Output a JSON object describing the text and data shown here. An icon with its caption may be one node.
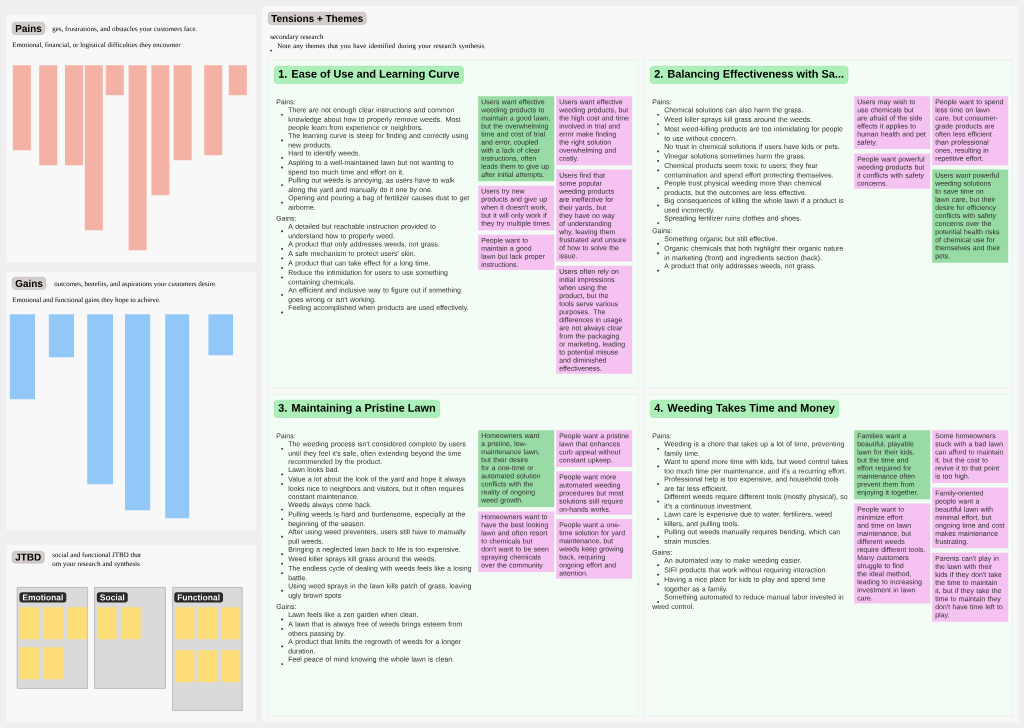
{
  "diagram": {
    "nodes": [
      {
        "text": [
          "Pains",
          "ges, frustrations, and obstacles your customers face.",
          "Emotional, financial, or logistical difficulties they encounter"
        ]
      },
      {
        "text": [],
        "shape": "box",
        "in": 0
      },
      {
        "text": [],
        "shape": "box",
        "in": 0
      },
      {
        "text": [],
        "shape": "box",
        "in": 0
      },
      {
        "text": [],
        "shape": "box",
        "in": 0
      },
      {
        "text": [],
        "shape": "box",
        "in": 0
      },
      {
        "text": [],
        "shape": "box",
        "in": 0
      },
      {
        "text": [],
        "shape": "box",
        "in": 0
      },
      {
        "text": [],
        "shape": "box",
        "in": 0
      },
      {
        "text": [],
        "shape": "box",
        "in": 0
      },
      {
        "text": [],
        "shape": "box",
        "in": 0
      },
      {
        "text": [
          "Gains",
          "outcomes, benefits, and aspirations your customers desire.",
          "Emotional and functional gains they hope to achieve."
        ]
      },
      {
        "text": [],
        "shape": "box",
        "in": 11
      },
      {
        "text": [],
        "shape": "box",
        "in": 11
      },
      {
        "text": [],
        "shape": "box",
        "in": 11
      },
      {
        "text": [],
        "shape": "box",
        "in": 11
      },
      {
        "text": [],
        "shape": "box",
        "in": 11
      },
      {
        "text": [],
        "shape": "box",
        "in": 11
      },
      {
        "text": [
          "JTBD",
          "social and functional JTBD that",
          "om your research and synthesis"
        ]
      },
      {
        "text": [
          "Emotional"
        ],
        "in": 18
      },
      {
        "text": [],
        "shape": "box",
        "in": 19
      },
      {
        "text": [],
        "shape": "box",
        "in": 19
      },
      {
        "text": [],
        "shape": "box",
        "in": 19
      },
      {
        "text": [],
        "shape": "box",
        "in": 19
      },
      {
        "text": [],
        "shape": "box",
        "in": 19
      },
      {
        "text": [
          "Social"
        ],
        "in": 18
      },
      {
        "text": [],
        "shape": "box",
        "in": 25
      },
      {
        "text": [],
        "shape": "box",
        "in": 25
      },
      {
        "text": [
          "Functional"
        ],
        "in": 18
      },
      {
        "text": [],
        "shape": "box",
        "in": 28
      },
      {
        "text": [],
        "shape": "box",
        "in": 28
      },
      {
        "text": [],
        "shape": "box",
        "in": 28
      },
      {
        "text": [],
        "shape": "box",
        "in": 28
      },
      {
        "text": [],
        "shape": "box",
        "in": 28
      },
      {
        "text": [],
        "shape": "box",
        "in": 28
      },
      {
        "text": [
          "Tensions + Themes",
          "secondary research",
          "Note any themes that you have identified during your research synthesis"
        ]
      },
      {
        "text": [
          "1. Ease of Use and Learning Curve",
          "Pains:",
          "There are not enough clear instructions and common knowledge about how to properly remove weeds. Most people learn from experience or neighbors.",
          "The learning curve is steep for finding and correctly using new products.",
          "Hard to identify weeds.",
          "Aspiring to a well-maintained lawn but not wanting to spend too much time and effort on it.",
          "Pulling out weeds is annoying, as users have to walk along the yard and manually do it one by one.",
          "Opening and pouring a bag of fertilizer causes dust to get airborne.",
          "Gains:",
          "A detailed but reachable instruction provided to understand how to properly weed.",
          "A product that only addresses weeds, not grass.",
          "A safe mechanism to protect users' skin.",
          "A product that can take effect for a long time.",
          "Reduce the intimidation for users to use something containing chemicals.",
          "An efficient and inclusive way to figure out if something goes wrong or isn't working.",
          "Feeling accomplished when products are used effectively."
        ],
        "in": 35
      },
      {
        "text": [
          "Users want effective weeding products to maintain a good lawn, but the overwhelming time and cost of trial and error, coupled with a lack of clear instructions, often leads them to give up after initial attempts."
        ],
        "in": 36
      },
      {
        "text": [
          "Users try new products and give up when it doesn't work, but it will only work if they try multiple times"
        ],
        "in": 36
      },
      {
        "text": [
          "People want to maintain a good lawn but lack proper instructions."
        ],
        "in": 36
      },
      {
        "text": [
          "Users want effective weeding products, but the high cost and time involved in trial and error make finding the right solution overwhelming and costly."
        ],
        "in": 36
      },
      {
        "text": [
          "Users find that some popular weeding products are ineffective for their yards, but they have no way of understanding why, leaving them frustrated and unsure of how to solve the issue."
        ],
        "in": 36
      },
      {
        "text": [
          "Users often rely on initial impressions when using the product, but the tools serve various purposes. The differences in usage are not always clear from the packaging or marketing, leading to potential misuse and diminished effectiveness."
        ],
        "in": 36
      },
      {
        "text": [
          "2. Balancing Effectiveness with Sa...",
          "Pains:",
          "Chemical solutions can also harm the grass.",
          "Weed killer sprays kill grass around the weeds.",
          "Most weed-killing products are too intimidating for people to use without concern.",
          "No trust in chemical solutions if users have kids or pets.",
          "Vinegar solutions sometimes harm the grass.",
          "Chemical products seem toxic to users; they fear contamination and spend effort protecting themselves.",
          "People trust physical weeding more than chemical products, but the outcomes are less effective.",
          "Big consequences of killing the whole lawn if a product is used incorrectly.",
          "Spreading fertilizer ruins clothes and shoes.",
          "Gains:",
          "Something organic but still effective.",
          "Organic chemicals that both highlight their organic nature in marketing (front) and ingredients section (back).",
          "A product that only addresses weeds, not grass."
        ],
        "in": 35
      },
      {
        "text": [
          "Users may wish to use chemicals but are afraid of the side effects it applies to human health and pet safety."
        ],
        "in": 43
      },
      {
        "text": [
          "People want powerful weeding products but it conflicts with safety concerns."
        ],
        "in": 43
      },
      {
        "text": [
          "People want to spend less time on lawn care, but consumer-grade products are often less efficient than professional ones, resulting in repetitive effort."
        ],
        "in": 43
      },
      {
        "text": [
          "Users want powerful weeding solutions to save time on lawn care, but their desire for efficiency conflicts with safety concerns over the potential health risks of chemical use for themselves and their pets."
        ],
        "in": 43
      },
      {
        "text": [
          "3. Maintaining a Pristine Lawn",
          "Pains:",
          "The weeding process isn't considered complete by users until they feel it's safe, often extending beyond the time recommended by the product.",
          "Lawn looks bad.",
          "Value a lot about the look of the yard and hope it always looks nice to neighbors and visitors, but it often requires constant maintenance.",
          "Weeds always come back.",
          "Pulling weeds is hard and burdensome, especially at the beginning of the season.",
          "After using weed preventers, users still have to manually pull weeds.",
          "Bringing a neglected lawn back to life is too expensive.",
          "Weed killer sprays kill grass around the weeds.",
          "The endless cycle of dealing with weeds feels like a losing battle.",
          "Using weed sprays in the lawn kills patch of grass, leaving ugly brown spots",
          "Gains:",
          "Lawn feels like a zen garden when clean.",
          "A lawn that is always free of weeds brings esteem from others passing by.",
          "A product that limits the regrowth of weeds for a longer duration.",
          "Feel peace of mind knowing the whole lawn is clean."
        ],
        "in": 35
      },
      {
        "text": [
          "Homeowners want a pristine, low-maintenance lawn, but their desire for a one-time or automated solution conflicts with the reality of ongoing weed growth."
        ],
        "in": 48
      },
      {
        "text": [
          "Homeowners want to have the best looking lawn and often resort to chemicals but don't want to be seen spraying chemicals over the community"
        ],
        "in": 48
      },
      {
        "text": [
          "People want a pristine lawn that enhances curb appeal without constant upkeep."
        ],
        "in": 48
      },
      {
        "text": [
          "People want more automated weeding procedures but most solutions still require on-hands works."
        ],
        "in": 48
      },
      {
        "text": [
          "People want a one-time solution for yard maintenance, but weeds keep growing back, requiring ongoing effort and attention."
        ],
        "in": 48
      },
      {
        "text": [
          "4. Weeding Takes Time and Money",
          "Pains:",
          "Weeding is a chore that takes up a lot of time, preventing family time.",
          "Want to spend more time with kids, but weed control takes too much time per maintenance, and it's a recurring effort.",
          "Professional help is too expensive, and household tools are far less efficient.",
          "Different weeds require different tools (mostly physical), so it's a continuous investment.",
          "Lawn care is expensive due to water, fertilizers, weed killers, and pulling tools.",
          "Pulling out weeds manually requires bending, which can strain muscles.",
          "Gains:",
          "An automated way to make weeding easier.",
          "SIFI products that work without requiring interaction.",
          "Having a nice place for kids to play and spend time together as a family.",
          "Something automated to reduce manual labor invested in weed control."
        ],
        "in": 35
      },
      {
        "text": [
          "Families want a beautiful, playable lawn for their kids, but the time and effort required for maintenance often prevent them from enjoying it together."
        ],
        "in": 54
      },
      {
        "text": [
          "People want to minimize effort and time on lawn maintenance, but different weeds require different tools. Many customers struggle to find the ideal method, leading to increasing investment in lawn care."
        ],
        "in": 54
      },
      {
        "text": [
          "Some homeowners stuck with a bad lawn can afford to maintain it, but the cost to revive it to that point is too high."
        ],
        "in": 54
      },
      {
        "text": [
          "Family-oriented people want a beautiful lawn with minimal effort, but ongoing time and cost makes maintenance frustrating."
        ],
        "in": 54
      },
      {
        "text": [
          "Parents can't play in the lawn with their kids if they don't take the time to maintain it, but if they take the time to maintain they don't have time left to play."
        ],
        "in": 54
      }
    ]
  }
}
